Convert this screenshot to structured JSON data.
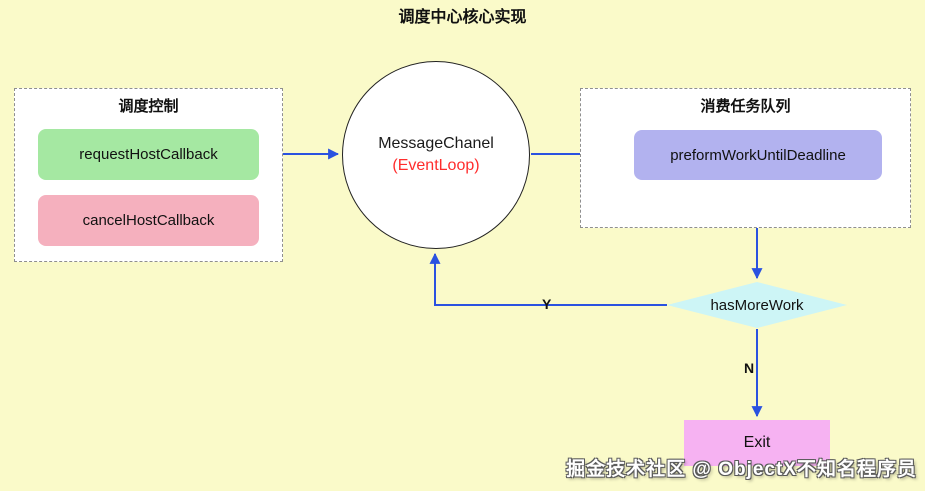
{
  "title": "调度中心核心实现",
  "left_panel": {
    "label": "调度控制",
    "nodes": [
      {
        "label": "requestHostCallback"
      },
      {
        "label": "cancelHostCallback"
      }
    ]
  },
  "center_node": {
    "line1": "MessageChanel",
    "line2": "(EventLoop)"
  },
  "right_panel": {
    "label": "消费任务队列",
    "nodes": [
      {
        "label": "preformWorkUntilDeadline"
      }
    ]
  },
  "decision_node": {
    "label": "hasMoreWork"
  },
  "edges": {
    "yes_label": "Y",
    "no_label": "N"
  },
  "exit_node": {
    "label": "Exit"
  },
  "watermark": "掘金技术社区 @ ObjectX不知名程序员",
  "colors": {
    "background": "#FAFAC9",
    "panel_fill": "#FFFFFF",
    "node_green": "#A5E8A2",
    "node_pink": "#F5B0BE",
    "node_purple": "#B2B2EF",
    "node_cyan": "#CDF5F6",
    "node_exit_pink": "#F6B2F2",
    "arrow_blue": "#2A52E0",
    "eventloop_red": "#FF2D2D"
  }
}
